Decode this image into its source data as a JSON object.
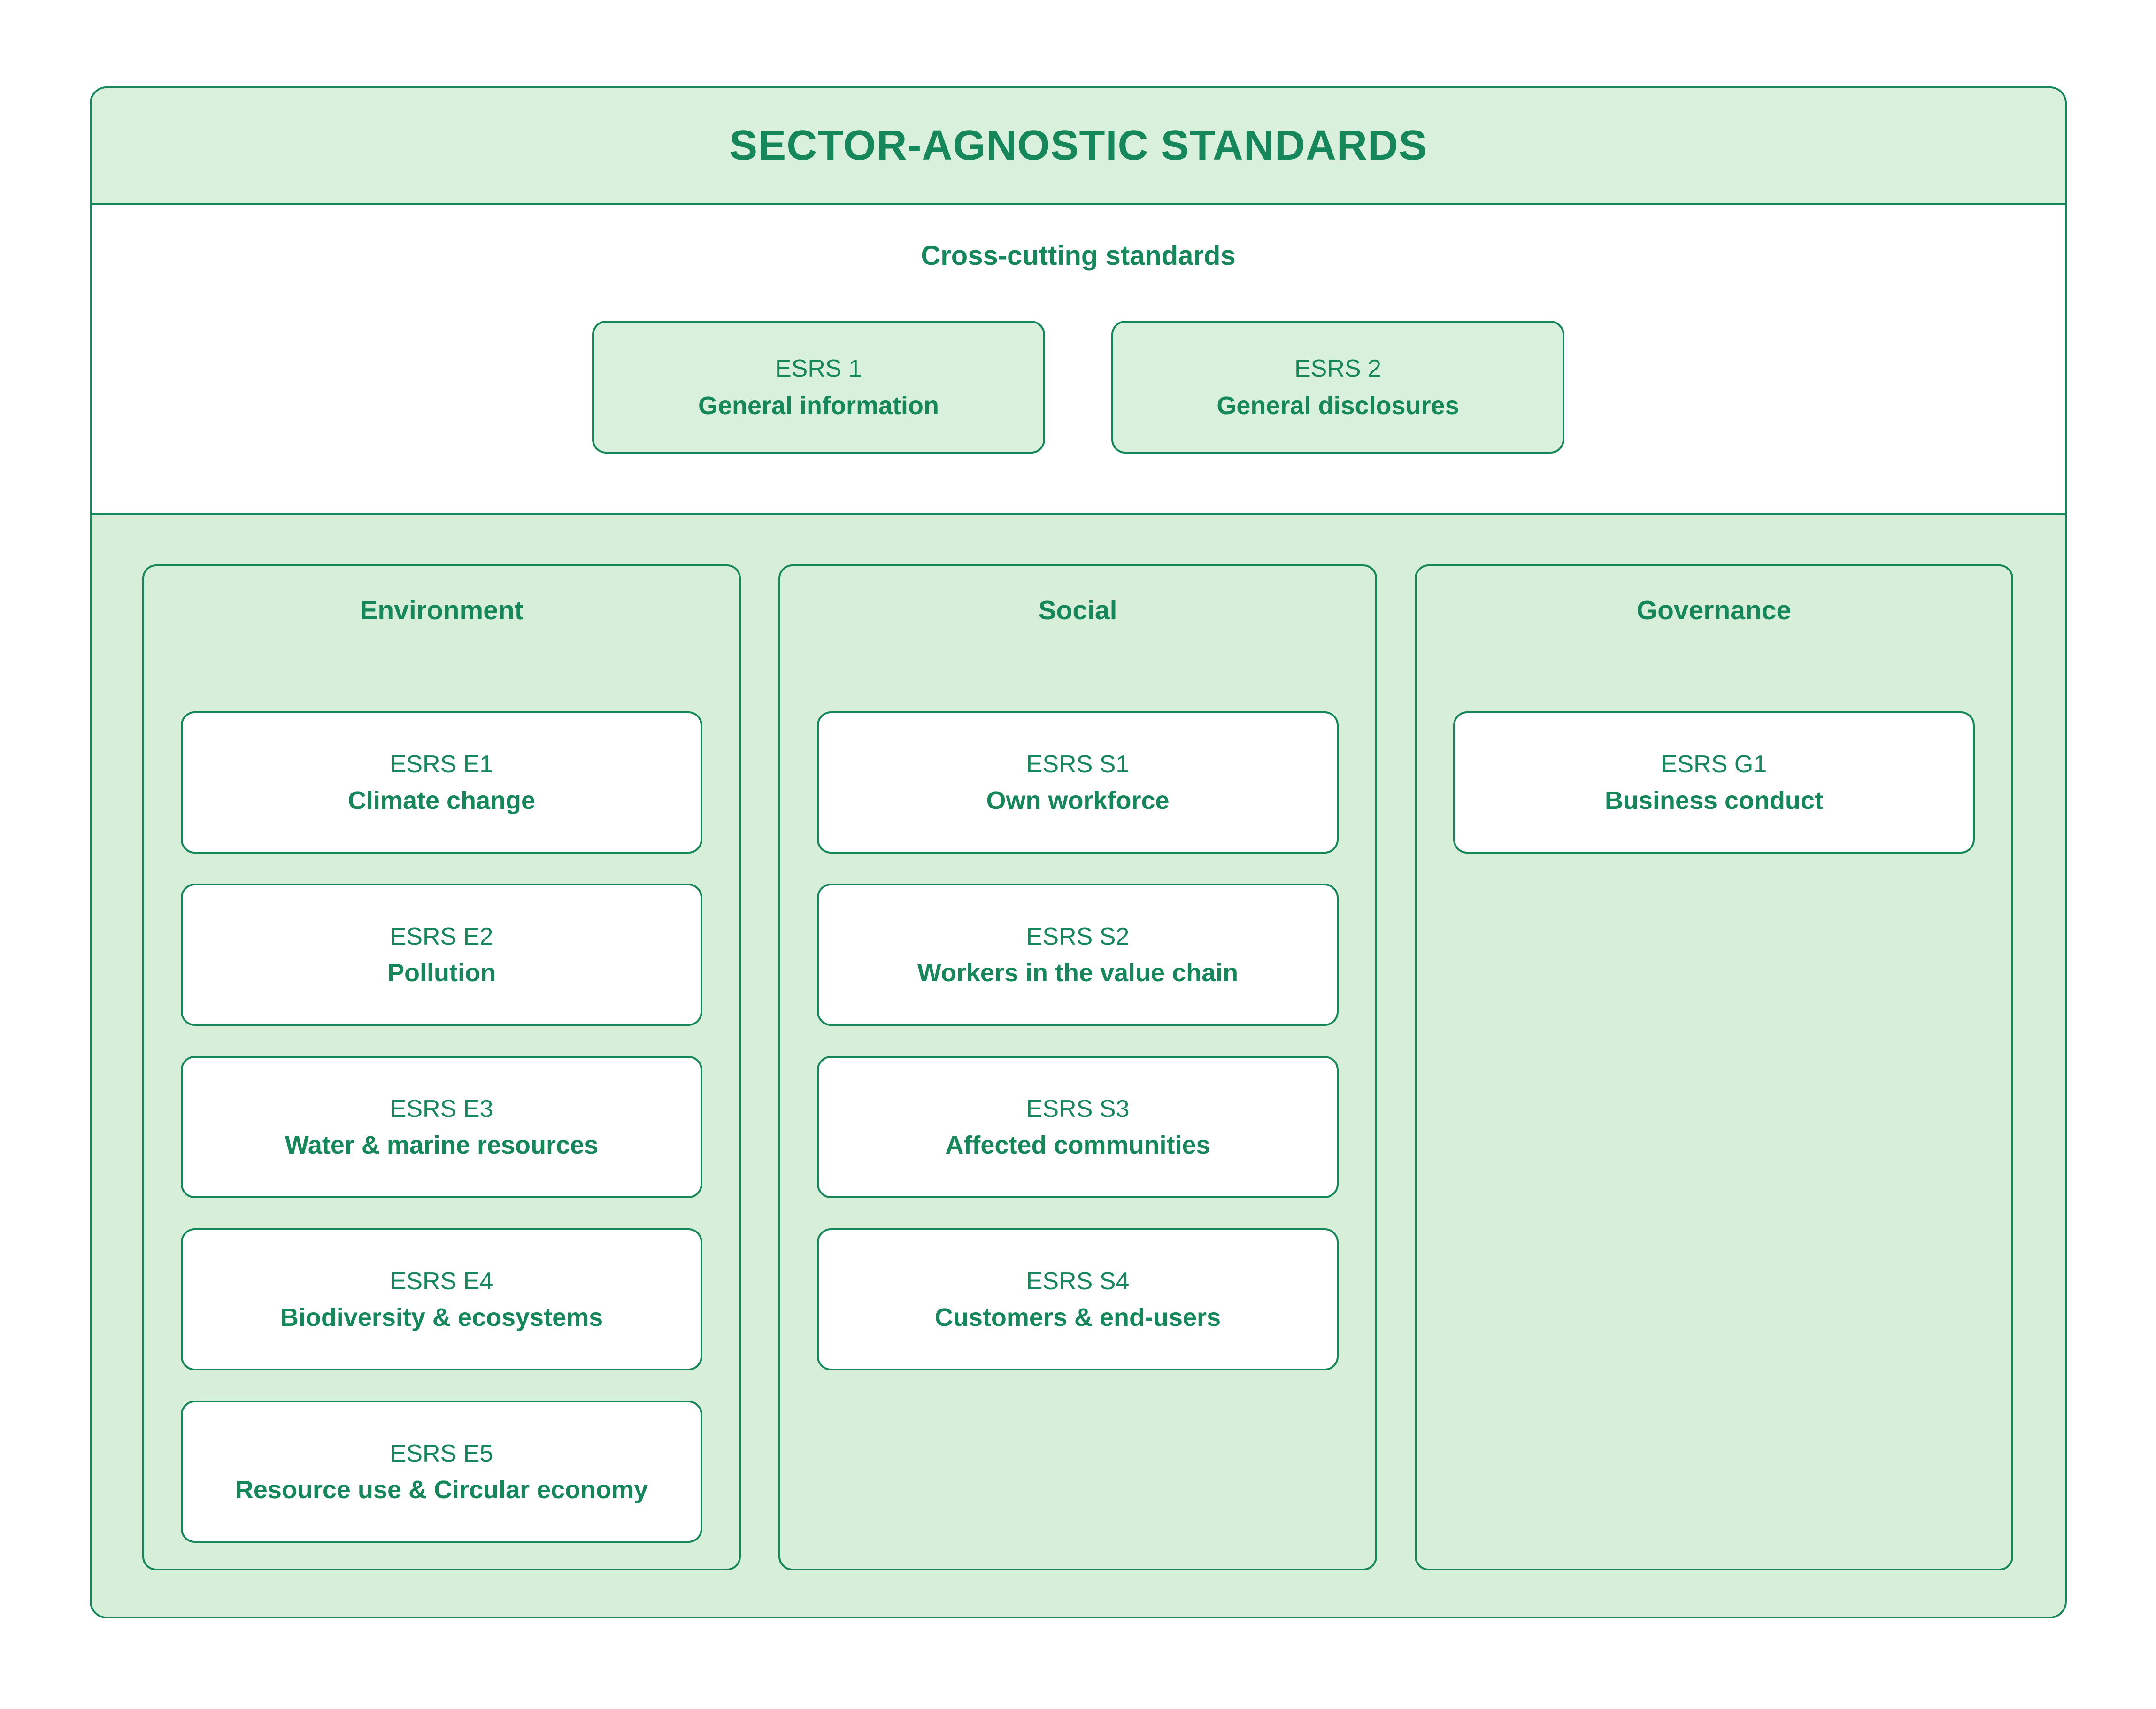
{
  "colors": {
    "accent_green": "#15875A",
    "light_green_fill": "#D9F1DC",
    "panel_green_fill": "#D7EFD9",
    "white": "#FFFFFF"
  },
  "title": "SECTOR-AGNOSTIC STANDARDS",
  "cross_cutting": {
    "heading": "Cross-cutting standards",
    "items": [
      {
        "code": "ESRS 1",
        "name": "General information"
      },
      {
        "code": "ESRS 2",
        "name": "General disclosures"
      }
    ]
  },
  "columns": [
    {
      "heading": "Environment",
      "items": [
        {
          "code": "ESRS E1",
          "name": "Climate change"
        },
        {
          "code": "ESRS E2",
          "name": "Pollution"
        },
        {
          "code": "ESRS E3",
          "name": "Water & marine resources"
        },
        {
          "code": "ESRS E4",
          "name": "Biodiversity & ecosystems"
        },
        {
          "code": "ESRS E5",
          "name": "Resource use & Circular economy"
        }
      ]
    },
    {
      "heading": "Social",
      "items": [
        {
          "code": "ESRS S1",
          "name": "Own workforce"
        },
        {
          "code": "ESRS S2",
          "name": "Workers in the value chain"
        },
        {
          "code": "ESRS S3",
          "name": "Affected communities"
        },
        {
          "code": "ESRS S4",
          "name": "Customers & end-users"
        }
      ]
    },
    {
      "heading": "Governance",
      "items": [
        {
          "code": "ESRS G1",
          "name": "Business conduct"
        }
      ]
    }
  ]
}
